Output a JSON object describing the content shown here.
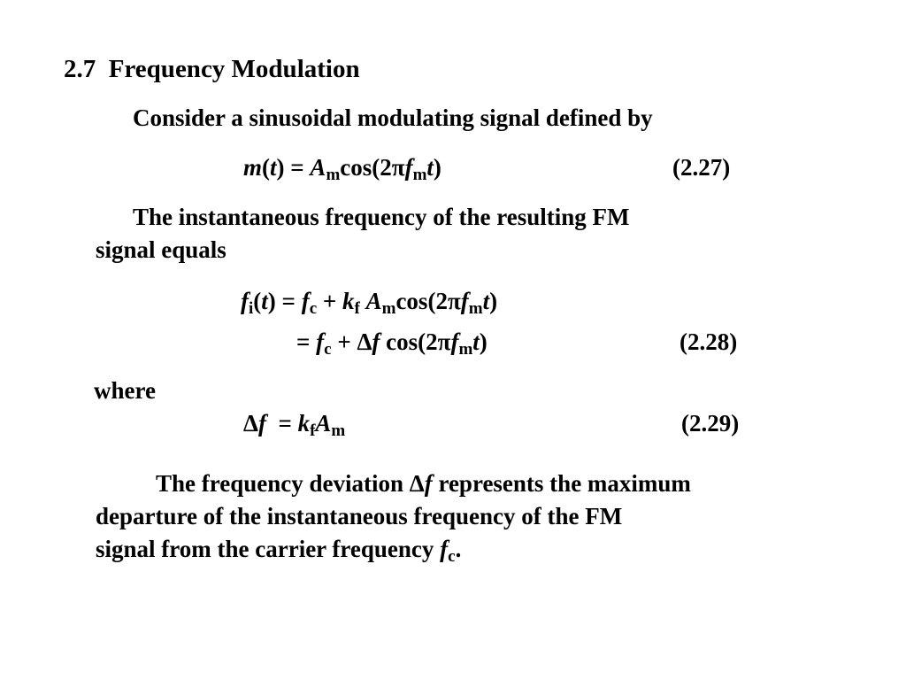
{
  "section": {
    "number": "2.7",
    "title": "Frequency Modulation"
  },
  "paragraphs": {
    "intro": "Consider a sinusoidal modulating signal defined by",
    "inst_line1": "The instantaneous frequency of the resulting FM",
    "inst_line2": "signal equals",
    "where": "where",
    "dev_line1_a": "The frequency deviation ",
    "dev_line1_b": " represents the maximum",
    "dev_line2": "departure of the instantaneous frequency of the FM",
    "dev_line3": "signal from the carrier frequency "
  },
  "equations": {
    "eq227": {
      "number": "(2.27)"
    },
    "eq228": {
      "number": "(2.28)"
    },
    "eq229": {
      "number": "(2.29)"
    }
  },
  "symbols": {
    "m": "m",
    "t": "t",
    "A": "A",
    "f": "f",
    "k": "k",
    "sub_m": "m",
    "sub_i": "i",
    "sub_c": "c",
    "sub_f": "f",
    "delta": "Δ",
    "pi": "π",
    "eq": "=",
    "plus": "+",
    "cos": "cos",
    "lparen": "(",
    "rparen": ")",
    "two": "2",
    "period": "."
  }
}
